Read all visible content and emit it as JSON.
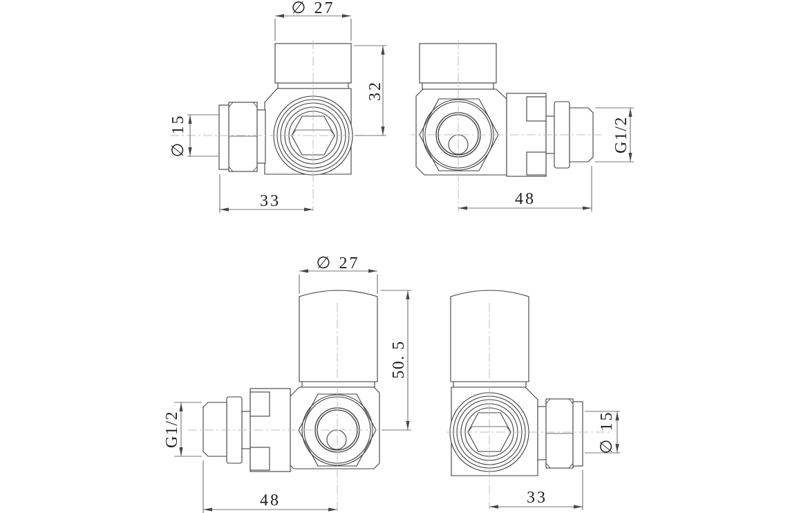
{
  "colors": {
    "line": "#3d3d3d",
    "dim": "#474747",
    "centerline": "#bdbdbd",
    "text": "#1f1f1f",
    "background": "#ffffff"
  },
  "views": {
    "top_left": {
      "dims": {
        "cap_diameter": "∅ 27",
        "cap_top_to_axis": "32",
        "tail_bore_diameter": "∅ 15",
        "axis_to_tail_end": "33"
      }
    },
    "top_right": {
      "dims": {
        "axis_to_thread_end": "48",
        "thread_size": "G1/2"
      }
    },
    "bottom_left": {
      "dims": {
        "cap_diameter": "∅ 27",
        "cap_top_to_axis": "50. 5",
        "thread_size": "G1/2",
        "axis_to_thread_end": "48"
      }
    },
    "bottom_right": {
      "dims": {
        "tail_bore_diameter": "∅ 15",
        "axis_to_tail_end": "33"
      }
    }
  }
}
